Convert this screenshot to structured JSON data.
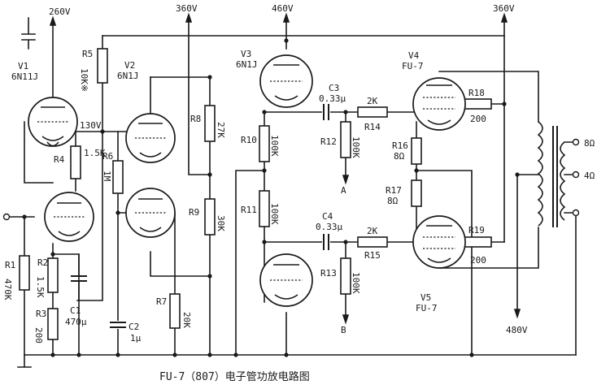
{
  "caption": "FU-7（807）电子管功放电路图",
  "supplies": {
    "v260": "260V",
    "v360a": "360V",
    "v460": "460V",
    "v360b": "360V",
    "v130": "130V",
    "v480": "480V"
  },
  "tubes": {
    "v1": {
      "ref": "V1",
      "type": "6N11J"
    },
    "v2": {
      "ref": "V2",
      "type": "6N1J"
    },
    "v3": {
      "ref": "V3",
      "type": "6N1J"
    },
    "v4": {
      "ref": "V4",
      "type": "FU-7"
    },
    "v5": {
      "ref": "V5",
      "type": "FU-7"
    }
  },
  "resistors": {
    "r1": {
      "ref": "R1",
      "value": "470K"
    },
    "r2": {
      "ref": "R2",
      "value": "1.5K"
    },
    "r3": {
      "ref": "R3",
      "value": "200"
    },
    "r4": {
      "ref": "R4",
      "value": "1.5K"
    },
    "r5": {
      "ref": "R5",
      "value": "10K※"
    },
    "r6": {
      "ref": "R6",
      "value": "1M"
    },
    "r7": {
      "ref": "R7",
      "value": "20K"
    },
    "r8": {
      "ref": "R8",
      "value": "27K"
    },
    "r9": {
      "ref": "R9",
      "value": "30K"
    },
    "r10": {
      "ref": "R10",
      "value": "100K"
    },
    "r11": {
      "ref": "R11",
      "value": "100K"
    },
    "r12": {
      "ref": "R12",
      "value": "100K"
    },
    "r13": {
      "ref": "R13",
      "value": "100K"
    },
    "r14": {
      "ref": "R14",
      "value": "2K"
    },
    "r15": {
      "ref": "R15",
      "value": "2K"
    },
    "r16": {
      "ref": "R16",
      "value": "8Ω"
    },
    "r17": {
      "ref": "R17",
      "value": "8Ω"
    },
    "r18": {
      "ref": "R18",
      "value": "200"
    },
    "r19": {
      "ref": "R19",
      "value": "200"
    }
  },
  "capacitors": {
    "c1": {
      "ref": "C1",
      "value": "470μ"
    },
    "c2": {
      "ref": "C2",
      "value": "1μ"
    },
    "c3": {
      "ref": "C3",
      "value": "0.33μ"
    },
    "c4": {
      "ref": "C4",
      "value": "0.33μ"
    }
  },
  "test_points": {
    "a": "A",
    "b": "B"
  },
  "outputs": {
    "o8": "8Ω",
    "o4": "4Ω"
  }
}
